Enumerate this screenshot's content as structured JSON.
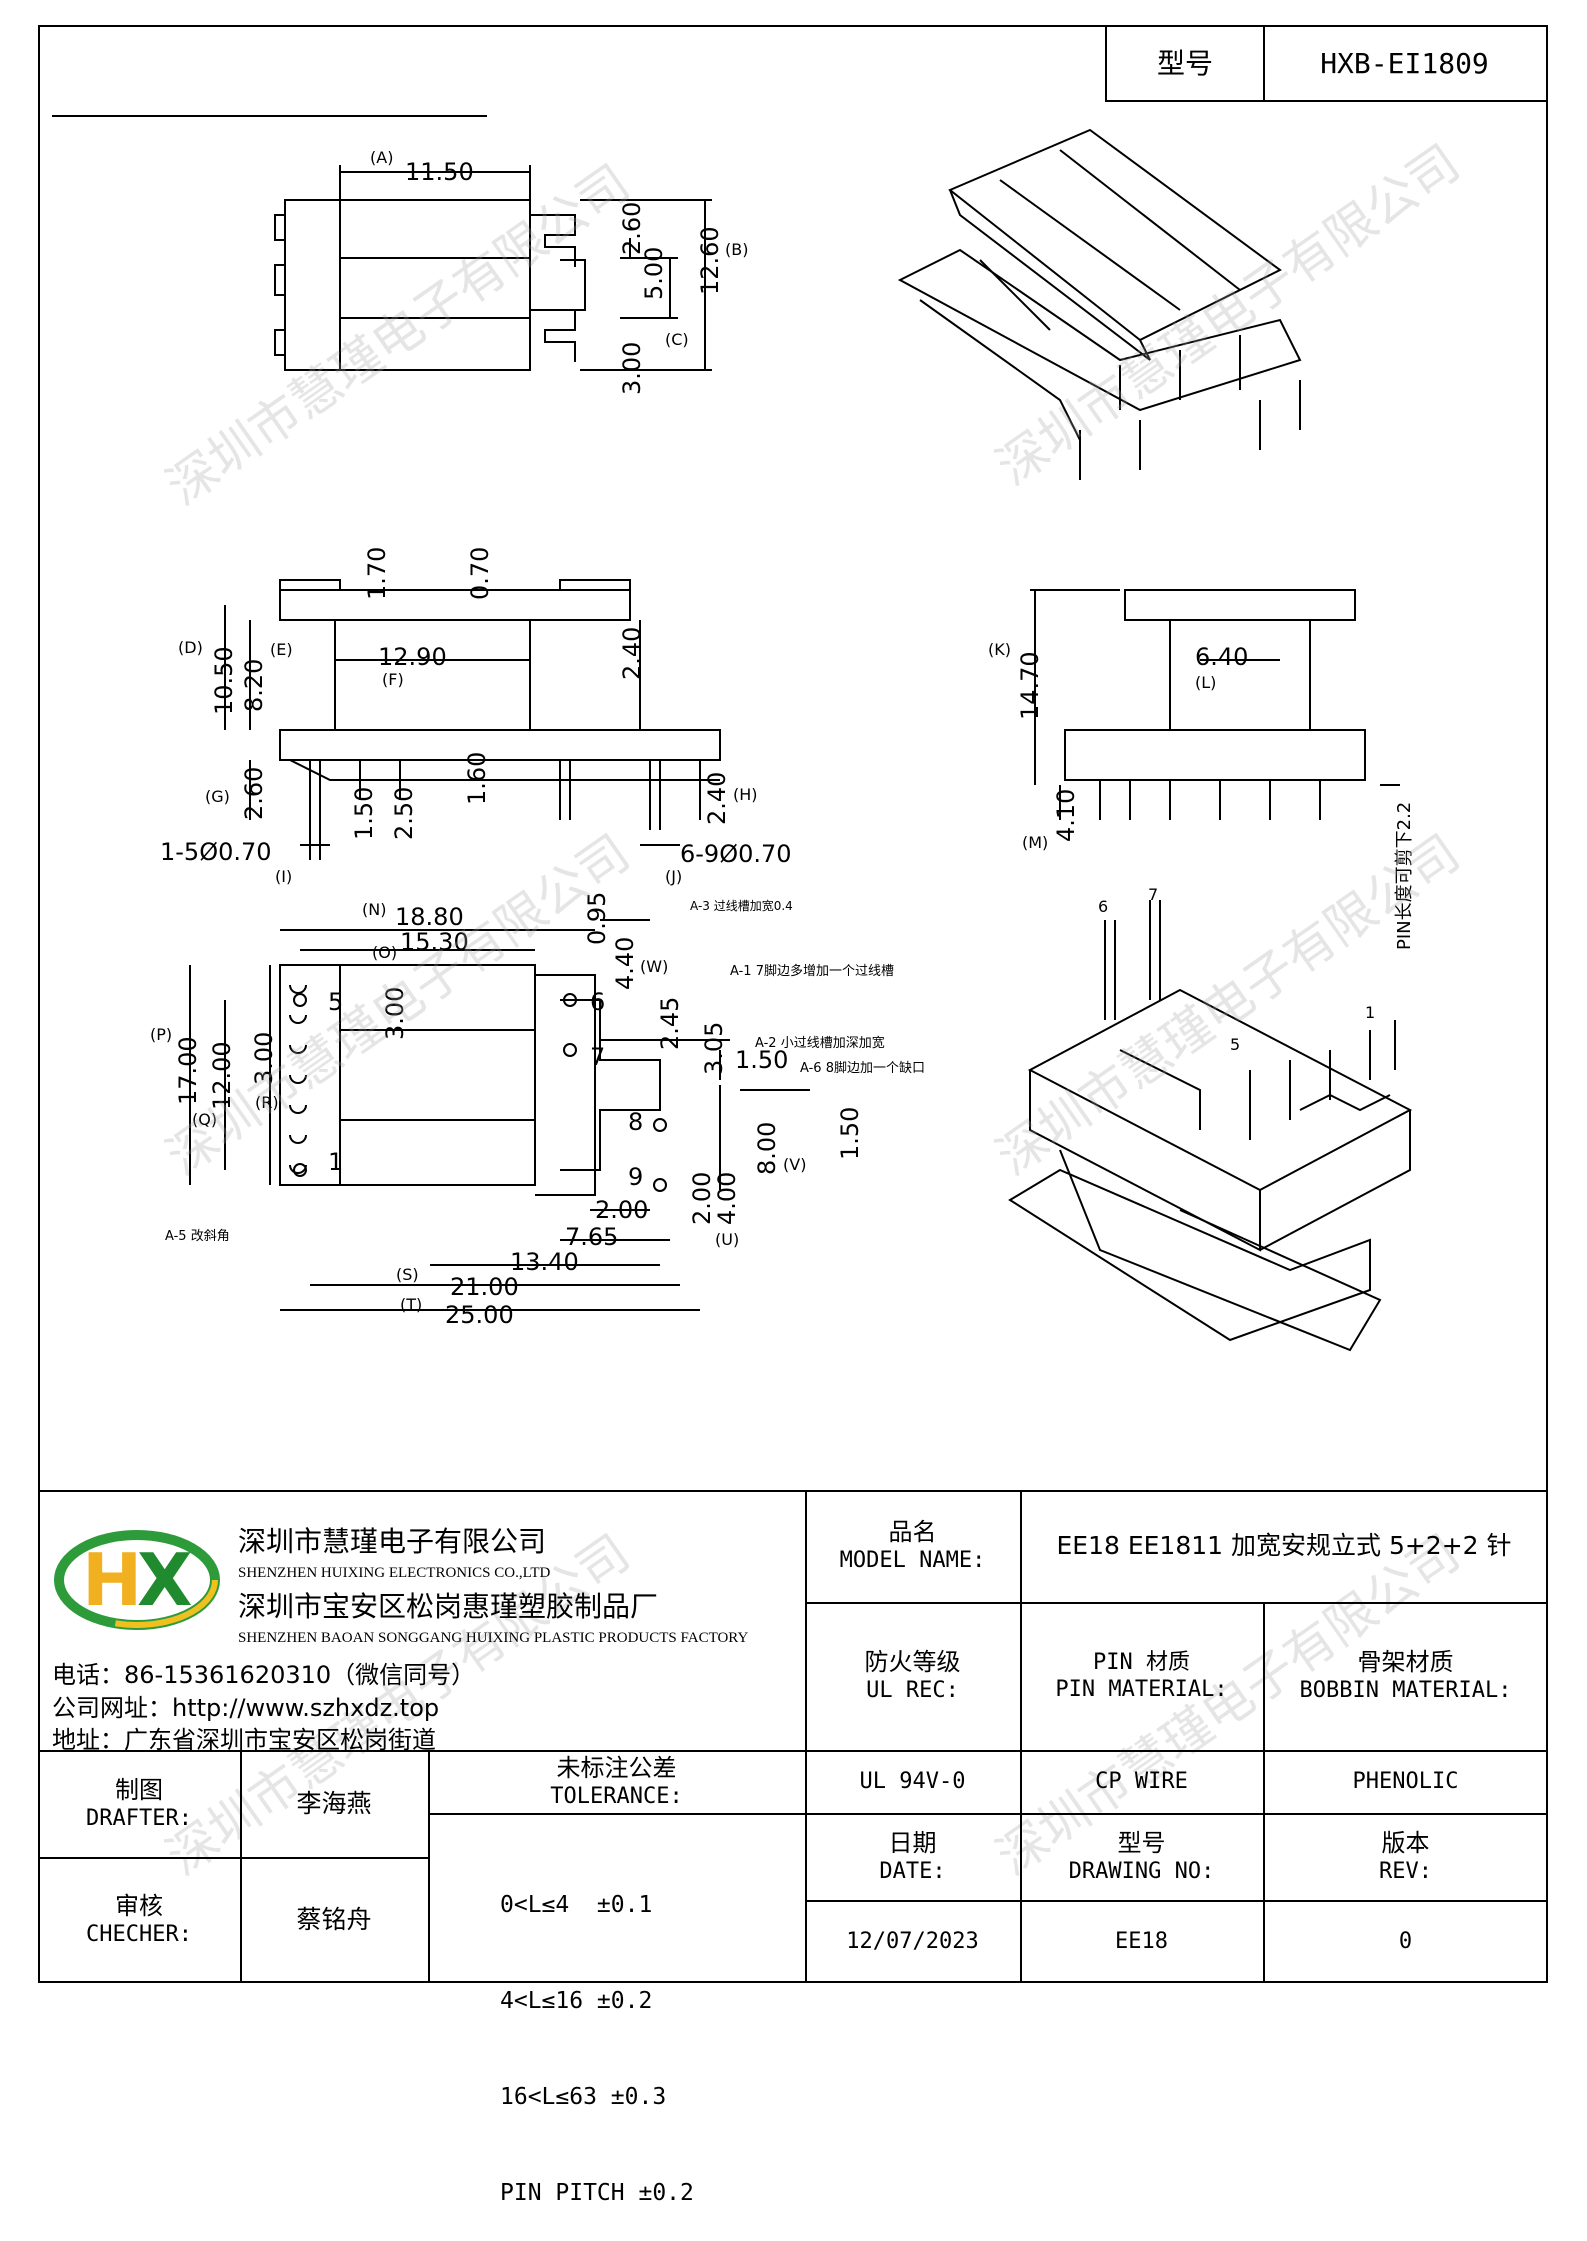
{
  "header": {
    "model_label": "型号",
    "model_value": "HXB-EI1809"
  },
  "watermark": "深圳市慧瑾电子有限公司",
  "drawing": {
    "top_view": {
      "A": "(A)",
      "A_val": "11.50",
      "B": "(B)",
      "B_val": "12.60",
      "C": "(C)",
      "C_val": "5.00",
      "d1": "2.60",
      "d2": "3.00"
    },
    "front_view": {
      "D": "(D)",
      "D_val": "10.50",
      "E": "(E)",
      "E_val": "8.20",
      "F": "(F)",
      "F_val": "12.90",
      "G": "(G)",
      "G_val": "2.60",
      "H": "(H)",
      "H_val": "2.40",
      "I": "(I)",
      "J": "(J)",
      "d170": "1.70",
      "d070": "0.70",
      "d240": "2.40",
      "d150": "1.50",
      "d250": "2.50",
      "d160": "1.60",
      "pin_left": "1-5Ø0.70",
      "pin_right": "6-9Ø0.70"
    },
    "side_view": {
      "K": "(K)",
      "K_val": "14.70",
      "L": "(L)",
      "L_val": "6.40",
      "M": "(M)",
      "M_val": "4.10",
      "pin_note": "PIN长度可剪下2.2"
    },
    "bottom_view": {
      "N": "(N)",
      "N_val": "18.80",
      "O": "(O)",
      "O_val": "15.30",
      "P": "(P)",
      "P_val": "17.00",
      "Q": "(Q)",
      "Q_val": "12.00",
      "R": "(R)",
      "R_val": "3.00",
      "S": "(S)",
      "S_val": "21.00",
      "T": "(T)",
      "T_val": "25.00",
      "U": "(U)",
      "U_val": "4.00",
      "V": "(V)",
      "V_val": "8.00",
      "W": "(W)",
      "W_val": "4.40",
      "d095": "0.95",
      "d245": "2.45",
      "d305": "3.05",
      "d150": "1.50",
      "d150b": "1.50",
      "d300": "3.00",
      "d200": "2.00",
      "d200b": "2.00",
      "d765": "7.65",
      "d1340": "13.40",
      "notes": [
        "A-3 过线槽加宽0.4",
        "A-1 7脚边多增加一个过线槽",
        "A-2 小过线槽加深加宽",
        "A-6 8脚边加一个缺口",
        "A-5 改斜角"
      ],
      "pins": [
        "1",
        "5",
        "6",
        "7",
        "8",
        "9"
      ]
    },
    "iso_pins": [
      "6",
      "7",
      "5",
      "1"
    ]
  },
  "company": {
    "name_cn": "深圳市慧瑾电子有限公司",
    "name_en": "SHENZHEN HUIXING ELECTRONICS CO.,LTD",
    "factory_cn": "深圳市宝安区松岗惠瑾塑胶制品厂",
    "factory_en": "SHENZHEN BAOAN SONGGANG HUIXING PLASTIC PRODUCTS FACTORY",
    "phone": "电话：86-15361620310（微信同号）",
    "web": "公司网址：http://www.szhxdz.top",
    "address": "地址：广东省深圳市宝安区松岗街道",
    "logo_text": "HX"
  },
  "table": {
    "model_name_label_cn": "品名",
    "model_name_label_en": "MODEL NAME:",
    "model_name_value": "EE18 EE1811 加宽安规立式 5+2+2 针",
    "fire_label_cn": "防火等级",
    "fire_label_en": "UL REC:",
    "fire_value": "UL 94V-0",
    "pin_label_cn": "PIN 材质",
    "pin_label_en": "PIN MATERIAL:",
    "pin_value": "CP WIRE",
    "bobbin_label_cn": "骨架材质",
    "bobbin_label_en": "BOBBIN MATERIAL:",
    "bobbin_value": "PHENOLIC",
    "drafter_label_cn": "制图",
    "drafter_label_en": "DRAFTER:",
    "drafter_value": "李海燕",
    "checker_label_cn": "审核",
    "checker_label_en": "CHECHER:",
    "checker_value": "蔡铭舟",
    "tolerance_label_cn": "未标注公差",
    "tolerance_label_en": "TOLERANCE:",
    "tolerance_rows": [
      "0<L≤4  ±0.1",
      "4<L≤16 ±0.2",
      "16<L≤63 ±0.3",
      "PIN PITCH ±0.2"
    ],
    "date_label_cn": "日期",
    "date_label_en": "DATE:",
    "date_value": "12/07/2023",
    "drawing_no_label_cn": "型号",
    "drawing_no_label_en": "DRAWING NO:",
    "drawing_no_value": "EE18",
    "rev_label_cn": "版本",
    "rev_label_en": "REV:",
    "rev_value": "0"
  }
}
